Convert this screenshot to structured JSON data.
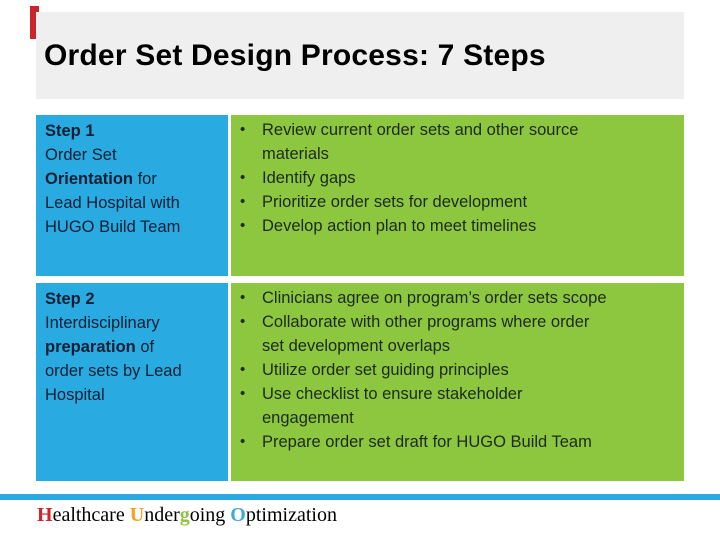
{
  "colors": {
    "accent_red": "#C9252B",
    "cell_blue": "#29ABE2",
    "cell_green": "#8DC63F",
    "title_bg": "#F0EFEF",
    "divider_blue": "#29ABE2"
  },
  "title": "Order Set Design Process: 7 Steps",
  "steps": [
    {
      "name": "Step 1",
      "label_lines": [
        [
          {
            "t": "Step 1",
            "b": true
          }
        ],
        [
          {
            "t": "Order Set"
          }
        ],
        [
          {
            "t": "Orientation",
            "b": true
          },
          {
            "t": " for"
          }
        ],
        [
          {
            "t": "Lead Hospital with"
          }
        ],
        [
          {
            "t": "HUGO Build Team"
          }
        ]
      ],
      "bullets": [
        {
          "lines": [
            "Review current order sets and other source",
            "materials"
          ]
        },
        {
          "lines": [
            "Identify gaps"
          ]
        },
        {
          "lines": [
            "Prioritize order sets for development"
          ]
        },
        {
          "lines": [
            "Develop action plan to meet timelines"
          ]
        }
      ]
    },
    {
      "name": "Step 2",
      "label_lines": [
        [
          {
            "t": "Step 2",
            "b": true
          }
        ],
        [
          {
            "t": "Interdisciplinary"
          }
        ],
        [
          {
            "t": "preparation",
            "b": true
          },
          {
            "t": " of"
          }
        ],
        [
          {
            "t": "order sets by Lead"
          }
        ],
        [
          {
            "t": "Hospital"
          }
        ]
      ],
      "bullets": [
        {
          "lines": [
            "Clinicians agree on program’s order sets scope"
          ]
        },
        {
          "lines": [
            "Collaborate with other programs where order",
            "set development overlaps"
          ]
        },
        {
          "lines": [
            "Utilize order set guiding principles"
          ]
        },
        {
          "lines": [
            "Use checklist to ensure stakeholder",
            "engagement"
          ]
        },
        {
          "lines": [
            "Prepare order set draft for HUGO Build Team"
          ]
        }
      ]
    }
  ],
  "footer": {
    "bullet_glyph": "•",
    "brand_segments": [
      {
        "t": "H",
        "c": "#D2232A",
        "b": true
      },
      {
        "t": "ealthcare "
      },
      {
        "t": "U",
        "c": "#F9A11B",
        "b": true
      },
      {
        "t": "nder"
      },
      {
        "t": "g",
        "c": "#8DC63F",
        "b": true
      },
      {
        "t": "oing "
      },
      {
        "t": "O",
        "c": "#3FA9DC",
        "b": true
      },
      {
        "t": "ptimization"
      }
    ]
  }
}
